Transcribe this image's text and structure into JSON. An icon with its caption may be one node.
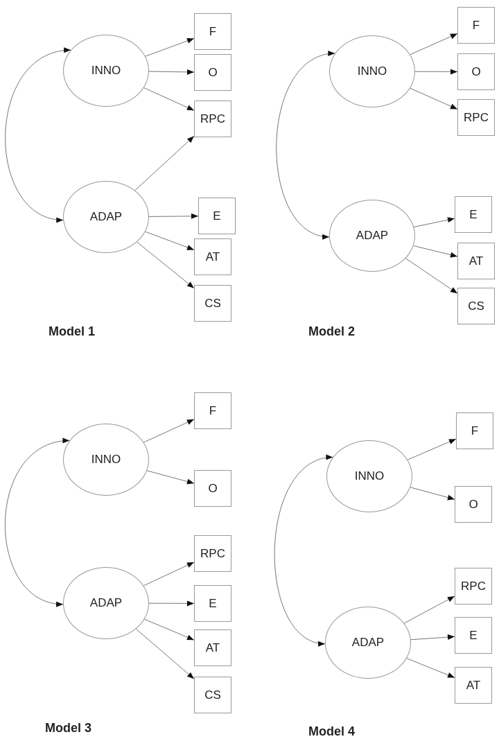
{
  "diagram": {
    "nodes": [
      {
        "text": [
          "INNO"
        ]
      },
      {
        "text": [
          "F"
        ]
      },
      {
        "text": [
          "O"
        ]
      },
      {
        "text": [
          "RPC"
        ]
      },
      {
        "text": [
          "ADAP"
        ]
      },
      {
        "text": [
          "E"
        ]
      },
      {
        "text": [
          "AT"
        ]
      },
      {
        "text": [
          "CS"
        ]
      },
      {
        "text": [
          "INNO"
        ]
      },
      {
        "text": [
          "F"
        ]
      },
      {
        "text": [
          "O"
        ]
      },
      {
        "text": [
          "RPC"
        ]
      },
      {
        "text": [
          "ADAP"
        ]
      },
      {
        "text": [
          "E"
        ]
      },
      {
        "text": [
          "AT"
        ]
      },
      {
        "text": [
          "CS"
        ]
      },
      {
        "text": [
          "INNO"
        ]
      },
      {
        "text": [
          "F"
        ]
      },
      {
        "text": [
          "O"
        ]
      },
      {
        "text": [
          "ADAP"
        ]
      },
      {
        "text": [
          "RPC"
        ]
      },
      {
        "text": [
          "E"
        ]
      },
      {
        "text": [
          "AT"
        ]
      },
      {
        "text": [
          "CS"
        ]
      },
      {
        "text": [
          "INNO"
        ]
      },
      {
        "text": [
          "F"
        ]
      },
      {
        "text": [
          "O"
        ]
      },
      {
        "text": [
          "ADAP"
        ]
      },
      {
        "text": [
          "RPC"
        ]
      },
      {
        "text": [
          "E"
        ]
      },
      {
        "text": [
          "AT"
        ]
      }
    ],
    "edges": [
      {
        "from": 0,
        "to": 4,
        "arrow": "both"
      },
      {
        "from": 0,
        "to": 1,
        "arrow": "to"
      },
      {
        "from": 0,
        "to": 2,
        "arrow": "to"
      },
      {
        "from": 0,
        "to": 3,
        "arrow": "to"
      },
      {
        "from": 4,
        "to": 3,
        "arrow": "to"
      },
      {
        "from": 4,
        "to": 5,
        "arrow": "to"
      },
      {
        "from": 4,
        "to": 6,
        "arrow": "to"
      },
      {
        "from": 4,
        "to": 7,
        "arrow": "to"
      },
      {
        "from": 8,
        "to": 12,
        "arrow": "both"
      },
      {
        "from": 8,
        "to": 9,
        "arrow": "to"
      },
      {
        "from": 8,
        "to": 10,
        "arrow": "to"
      },
      {
        "from": 8,
        "to": 11,
        "arrow": "to"
      },
      {
        "from": 12,
        "to": 13,
        "arrow": "to"
      },
      {
        "from": 12,
        "to": 14,
        "arrow": "to"
      },
      {
        "from": 12,
        "to": 15,
        "arrow": "to"
      },
      {
        "from": 16,
        "to": 19,
        "arrow": "both"
      },
      {
        "from": 16,
        "to": 17,
        "arrow": "to"
      },
      {
        "from": 16,
        "to": 18,
        "arrow": "to"
      },
      {
        "from": 19,
        "to": 20,
        "arrow": "to"
      },
      {
        "from": 19,
        "to": 21,
        "arrow": "to"
      },
      {
        "from": 19,
        "to": 22,
        "arrow": "to"
      },
      {
        "from": 19,
        "to": 23,
        "arrow": "to"
      },
      {
        "from": 24,
        "to": 27,
        "arrow": "both"
      },
      {
        "from": 24,
        "to": 25,
        "arrow": "to"
      },
      {
        "from": 24,
        "to": 26,
        "arrow": "to"
      },
      {
        "from": 27,
        "to": 28,
        "arrow": "to"
      },
      {
        "from": 27,
        "to": 29,
        "arrow": "to"
      },
      {
        "from": 27,
        "to": 30,
        "arrow": "to"
      }
    ],
    "labels": [
      "Model 1",
      "Model 2",
      "Model 3",
      "Model 4"
    ]
  }
}
